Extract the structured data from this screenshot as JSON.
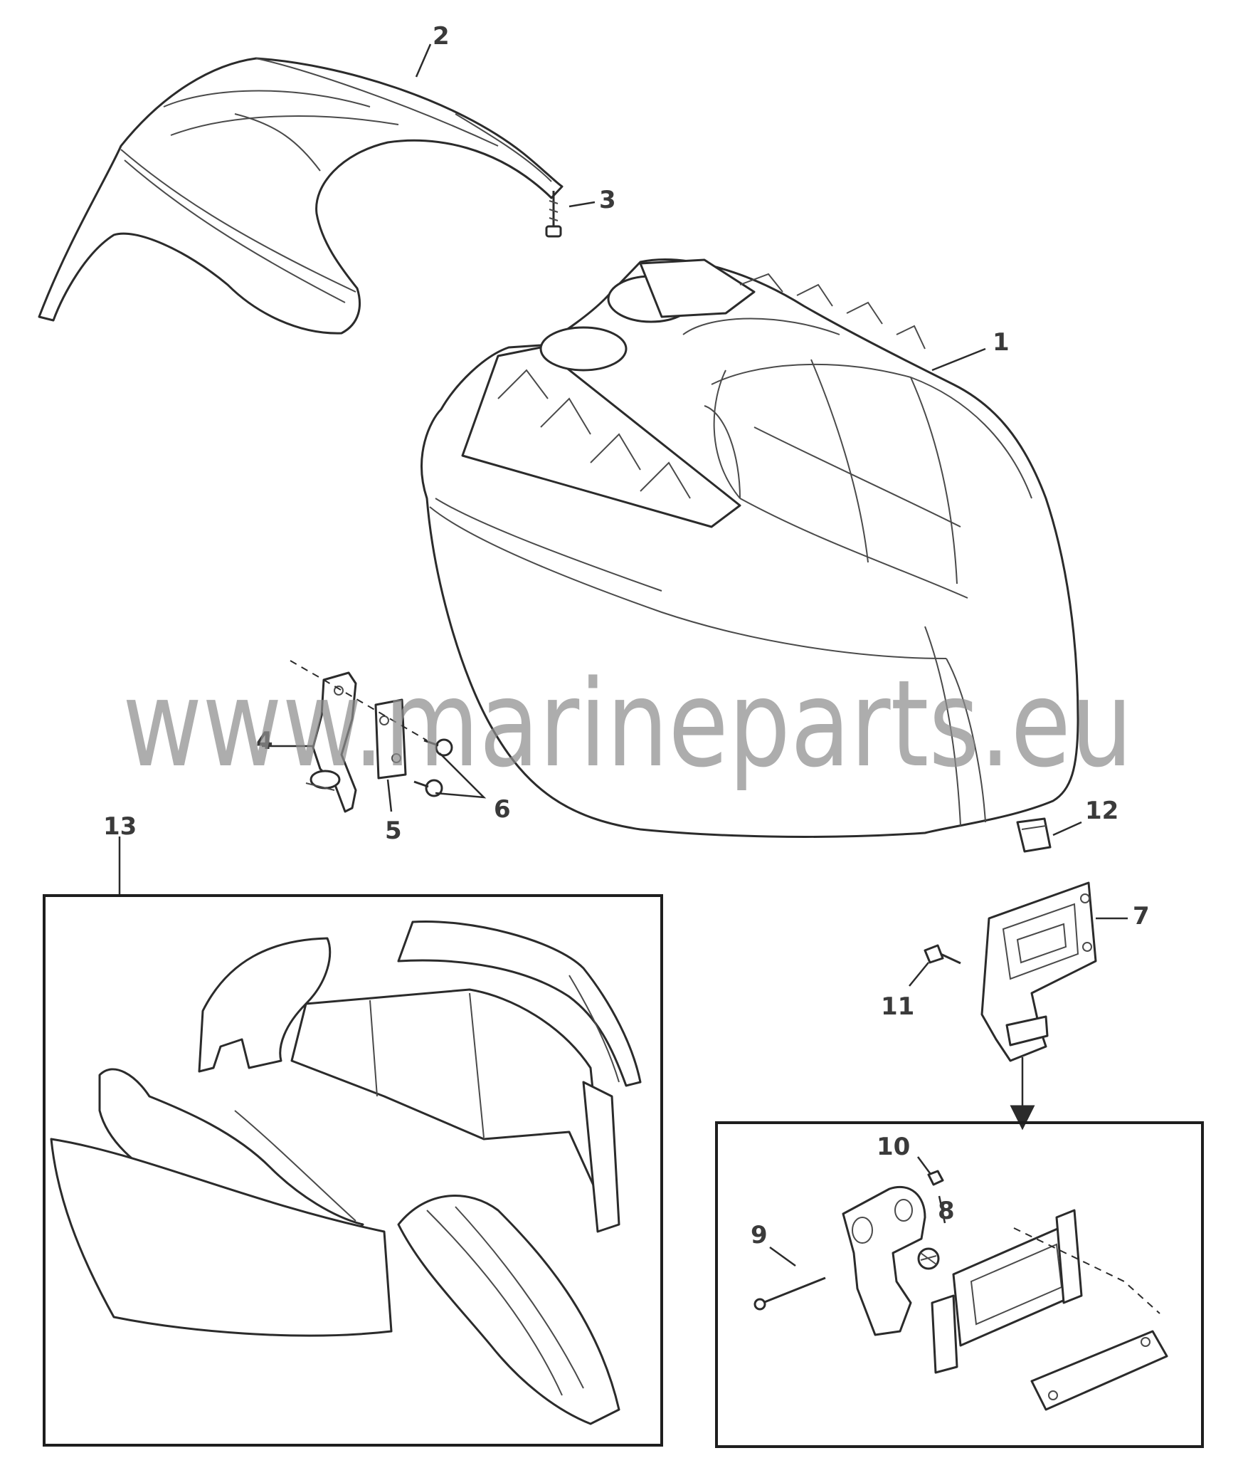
{
  "watermark": "www.marineparts.eu",
  "callouts": {
    "c1": "1",
    "c2": "2",
    "c3": "3",
    "c4": "4",
    "c5": "5",
    "c6": "6",
    "c7": "7",
    "c8": "8",
    "c9": "9",
    "c10": "10",
    "c11": "11",
    "c12": "12",
    "c13": "13"
  },
  "colors": {
    "line": "#2b2b2b",
    "watermark": "#8e8e8e",
    "background": "#ffffff"
  }
}
